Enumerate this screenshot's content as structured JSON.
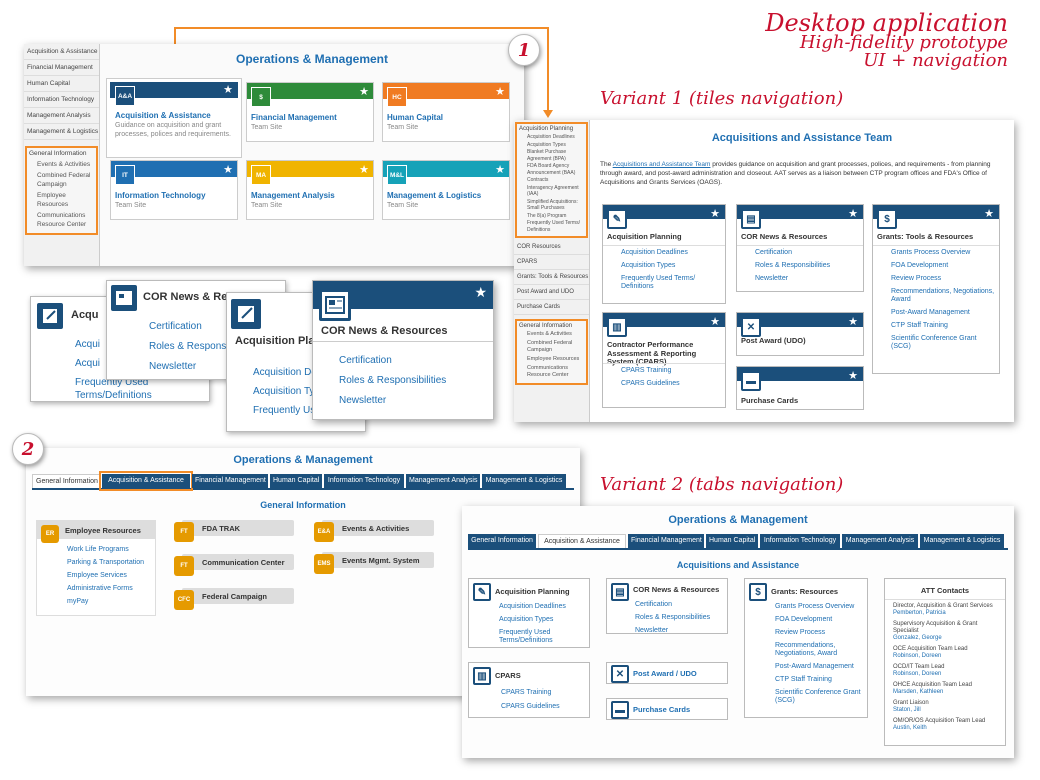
{
  "annotation": {
    "l1": "Desktop application",
    "l2": "High-fidelity prototype",
    "l3": "UI + navigation"
  },
  "variant1_label": "Variant 1 (tiles navigation)",
  "variant2_label": "Variant 2 (tabs navigation)",
  "step1": "1",
  "step2": "2",
  "screen1": {
    "title": "Operations & Management",
    "sidebar": [
      "Acquisition & Assistance",
      "Financial Management",
      "Human Capital",
      "Information Technology",
      "Management Analysis",
      "Management & Logistics"
    ],
    "gi_head": "General Information",
    "gi_items": [
      "Events & Activities",
      "Combined Federal Campaign",
      "Employee Resources",
      "Communications Resource Center"
    ],
    "tiles": [
      {
        "icon": "A&A",
        "title": "Acquisition & Assistance",
        "sub": "Guidance on acquisition and grant processes, polices and requirements.",
        "color": "#1b4f7b"
      },
      {
        "icon": "$",
        "title": "Financial Management",
        "sub": "Team Site",
        "color": "#2e8b3a"
      },
      {
        "icon": "HC",
        "title": "Human Capital",
        "sub": "Team Site",
        "color": "#f07b22"
      },
      {
        "icon": "IT",
        "title": "Information Technology",
        "sub": "Team Site",
        "color": "#1f6fb2"
      },
      {
        "icon": "MA",
        "title": "Management Analysis",
        "sub": "Team Site",
        "color": "#f0b400"
      },
      {
        "icon": "M&L",
        "title": "Management & Logistics",
        "sub": "Team Site",
        "color": "#16a2b8"
      }
    ]
  },
  "zoom": {
    "c1": {
      "title": "Acquisition Planning",
      "links": [
        "Acquisition Deadlines",
        "Acquisition Types",
        "Frequently Used Terms/Definitions"
      ]
    },
    "c2": {
      "title": "COR News & Resources",
      "links": [
        "Certification",
        "Roles & Responsibilities",
        "Newsletter"
      ]
    }
  },
  "screen2": {
    "title": "Acquisitions and Assistance Team",
    "intro_pre": "The ",
    "intro_link": "Acquisitions and Assistance Team",
    "intro_post": " provides guidance on acquisition and grant processes, polices, and requirements - from planning through award, and post-award administration and closeout. AAT serves as a liaison between CTP program offices and FDA's Office of Acquisitions and Grants Services (OAGS).",
    "side_head": "Acquisition Planning",
    "side_items": [
      "Acquisition Deadlines",
      "Acquisition Types",
      "Blanket Purchase Agreement (BPA)",
      "FDA Board Agency Announcement (BAA)",
      "Contracts",
      "Interagency Agreement (IAA)",
      "Simplified Acquisitions: Small Purchases",
      "The 8(a) Program",
      "Frequently Used Terms/ Definitions"
    ],
    "side_more": [
      "COR Resources",
      "CPARS",
      "Grants: Tools & Resources",
      "Post Award and UDO",
      "Purchase Cards"
    ],
    "side_gi": "General Information",
    "side_gi_items": [
      "Events & Activities",
      "Combined Federal Campaign",
      "Employee Resources",
      "Communications Resource Center"
    ],
    "cards": [
      {
        "title": "Acquisition Planning",
        "links": [
          "Acquisition Deadlines",
          "Acquisition Types",
          "Frequently Used Terms/ Definitions"
        ]
      },
      {
        "title": "COR News & Resources",
        "links": [
          "Certification",
          "Roles & Responsibilities",
          "Newsletter"
        ]
      },
      {
        "title": "Grants: Tools & Resources",
        "links": [
          "Grants Process Overview",
          "FOA Development",
          "Review Process",
          "Recommendations, Negotiations, Award",
          "Post-Award Management",
          "CTP Staff Training",
          "Scientific Conference Grant (SCG)"
        ]
      },
      {
        "title": "Contractor Performance Assessment & Reporting System (CPARS)",
        "links": [
          "CPARS Training",
          "CPARS Guidelines"
        ]
      },
      {
        "title": "Post Award (UDO)",
        "links": []
      },
      {
        "title": "Purchase Cards",
        "links": []
      }
    ]
  },
  "screen3": {
    "title": "Operations & Management",
    "tabs": [
      "General Information",
      "Acquisition & Assistance",
      "Financial Management",
      "Human Capital",
      "Information Technology",
      "Management Analysis",
      "Management & Logistics"
    ],
    "section": "General Information",
    "er": {
      "badge": "ER",
      "title": "Employee Resources",
      "links": [
        "Work Life Programs",
        "Parking & Transportation",
        "Employee Services",
        "Administrative Forms",
        "myPay"
      ]
    },
    "items": [
      {
        "badge": "FT",
        "title": "FDA TRAK"
      },
      {
        "badge": "FT",
        "title": "Communication Center"
      },
      {
        "badge": "CFC",
        "title": "Federal Campaign"
      },
      {
        "badge": "E&A",
        "title": "Events & Activities"
      },
      {
        "badge": "EMS",
        "title": "Events Mgmt. System"
      }
    ]
  },
  "screen4": {
    "title": "Operations & Management",
    "tabs": [
      "General Information",
      "Acquisition & Assistance",
      "Financial Management",
      "Human Capital",
      "Information Technology",
      "Management Analysis",
      "Management & Logistics"
    ],
    "section": "Acquisitions and Assistance",
    "c1": {
      "title": "Acquisition Planning",
      "links": [
        "Acquisition Deadlines",
        "Acquisition Types",
        "Frequently Used Terms/Definitions"
      ]
    },
    "c2": {
      "title": "COR News & Resources",
      "links": [
        "Certification",
        "Roles & Responsibilities",
        "Newsletter"
      ]
    },
    "c3": {
      "title": "Grants: Resources",
      "links": [
        "Grants Process Overview",
        "FOA Development",
        "Review Process",
        "Recommendations, Negotiations, Award",
        "Post-Award Management",
        "CTP Staff Training",
        "Scientific Conference Grant (SCG)"
      ]
    },
    "c4": {
      "title": "CPARS",
      "links": [
        "CPARS Training",
        "CPARS Guidelines"
      ]
    },
    "c5": {
      "title": "Post Award / UDO"
    },
    "c6": {
      "title": "Purchase Cards"
    },
    "contacts": {
      "title": "ATT Contacts",
      "items": [
        {
          "role": "Director, Acquisition & Grant Services",
          "name": "Pemberton, Patricia"
        },
        {
          "role": "Supervisory Acquisition & Grant Specialist",
          "name": "Gonzalez, George"
        },
        {
          "role": "OCE Acquisition Team Lead",
          "name": "Robinson, Doreen"
        },
        {
          "role": "OCD/IT Team Lead",
          "name": "Robinson, Doreen"
        },
        {
          "role": "OHCE Acquisition Team Lead",
          "name": "Marsden, Kathleen"
        },
        {
          "role": "Grant Liaison",
          "name": "Staton, Jill"
        },
        {
          "role": "OM/OR/OS Acquisition Team Lead",
          "name": "Austin, Keith"
        }
      ]
    }
  }
}
